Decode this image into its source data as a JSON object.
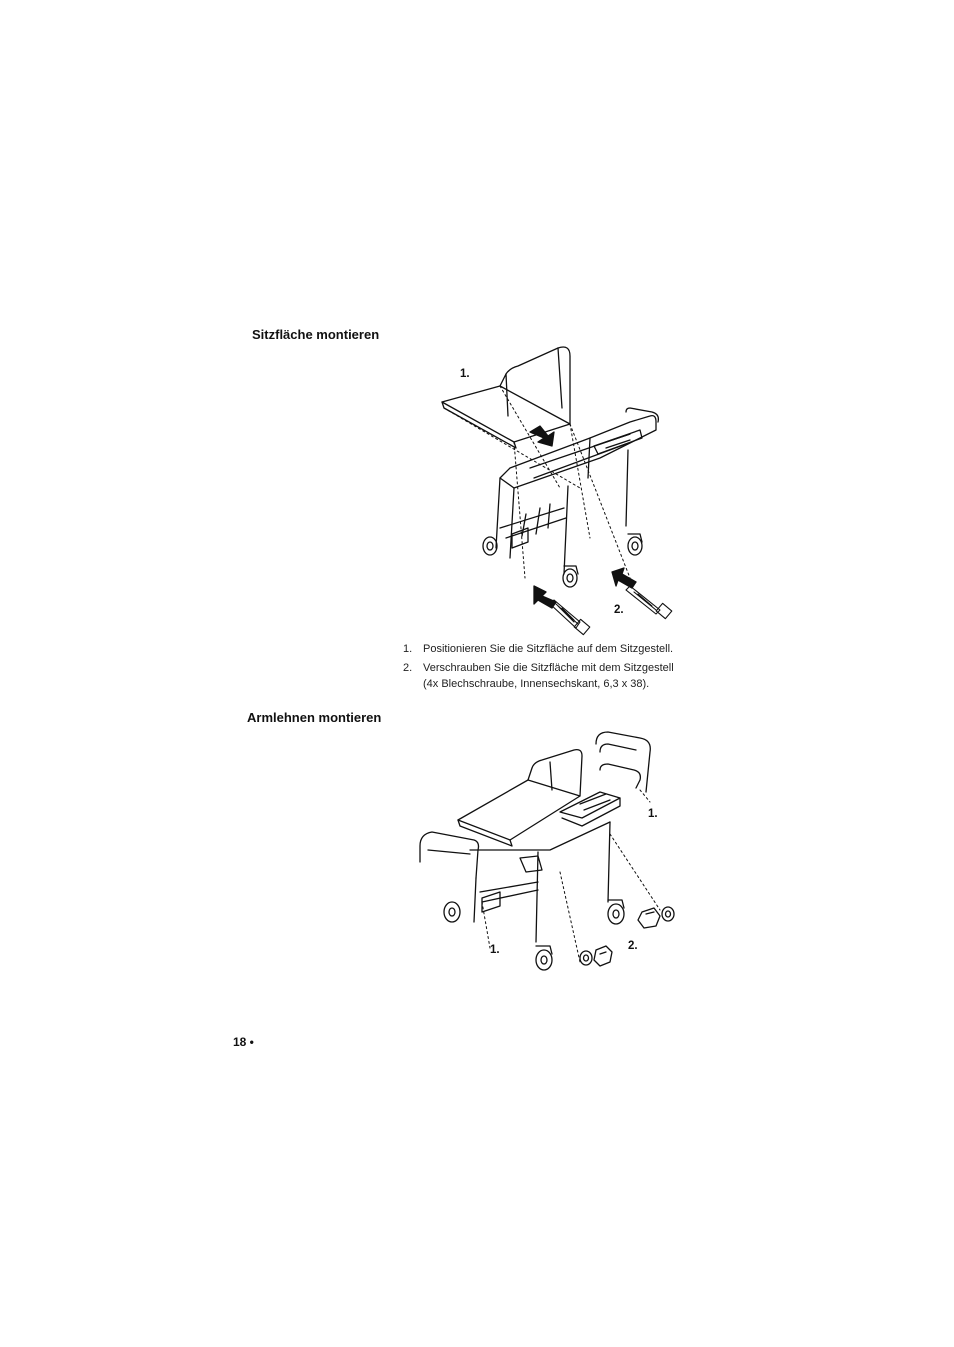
{
  "sections": [
    {
      "heading": "Sitzfläche montieren",
      "figure_labels": {
        "step1": "1.",
        "step2": "2."
      }
    },
    {
      "heading": "Armlehnen montieren",
      "figure_labels": {
        "step1_top": "1.",
        "step1_bottom": "1.",
        "step2": "2."
      }
    }
  ],
  "instructions": [
    {
      "num": "1.",
      "lines": [
        "Positionieren Sie die Sitzfläche auf dem Sitzgestell."
      ]
    },
    {
      "num": "2.",
      "lines": [
        "Verschrauben Sie die Sitzfläche mit dem Sitzgestell",
        "(4x Blechschraube, Innensechskant, 6,3 x 38)."
      ]
    }
  ],
  "footer": {
    "page": "18 •"
  }
}
